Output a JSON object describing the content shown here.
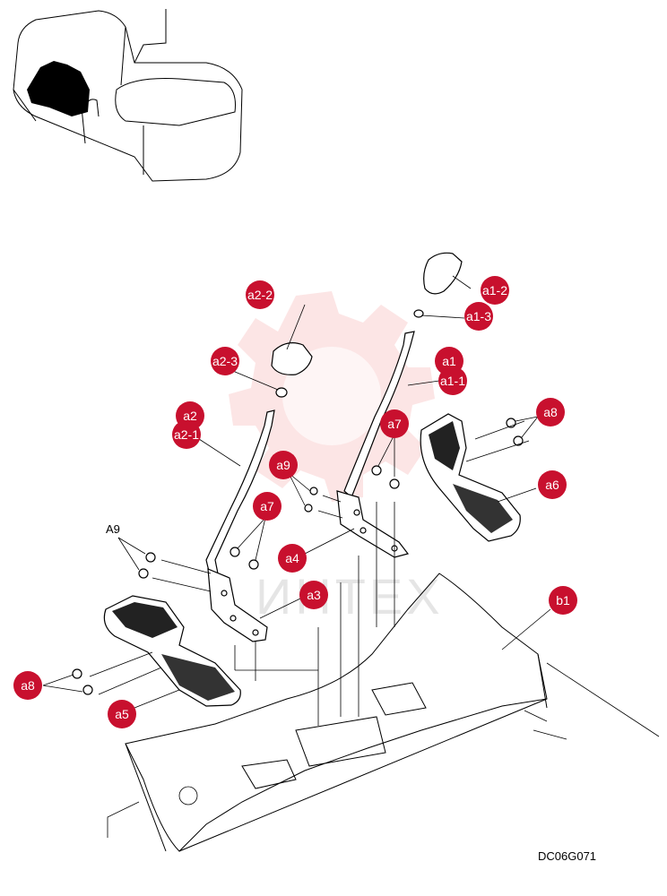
{
  "diagram": {
    "reference_code": "DC06G071",
    "watermark_text": "ИНТЕХ",
    "plain_labels": [
      {
        "id": "A9",
        "text": "A9"
      }
    ],
    "callouts": [
      {
        "id": "a1-2",
        "text": "a1-2"
      },
      {
        "id": "a1-3",
        "text": "a1-3"
      },
      {
        "id": "a1",
        "text": "a1"
      },
      {
        "id": "a1-1",
        "text": "a1-1"
      },
      {
        "id": "a2-2",
        "text": "a2-2"
      },
      {
        "id": "a2-3",
        "text": "a2-3"
      },
      {
        "id": "a2",
        "text": "a2"
      },
      {
        "id": "a2-1",
        "text": "a2-1"
      },
      {
        "id": "a7-right",
        "text": "a7"
      },
      {
        "id": "a8-right",
        "text": "a8"
      },
      {
        "id": "a6",
        "text": "a6"
      },
      {
        "id": "a9",
        "text": "a9"
      },
      {
        "id": "a7-left",
        "text": "a7"
      },
      {
        "id": "a4",
        "text": "a4"
      },
      {
        "id": "a3",
        "text": "a3"
      },
      {
        "id": "b1",
        "text": "b1"
      },
      {
        "id": "a8-left",
        "text": "a8"
      },
      {
        "id": "a5",
        "text": "a5"
      }
    ],
    "colors": {
      "callout_fill": "#c8102e",
      "callout_text": "#ffffff",
      "line": "#000000",
      "watermark": "#e53935"
    }
  }
}
